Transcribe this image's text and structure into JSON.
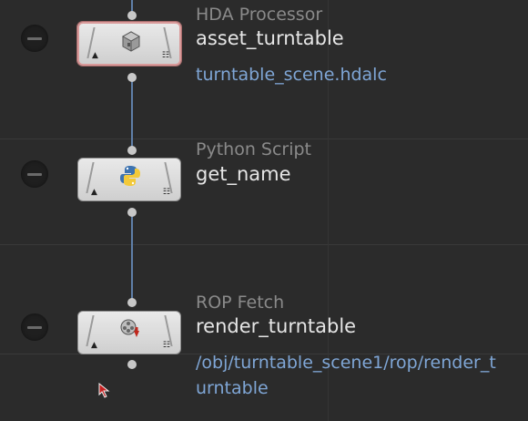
{
  "colors": {
    "background": "#2b2b2b",
    "wire": "#5f7fa8",
    "info_text": "#7fa6d6",
    "selected_border": "#d99a9a"
  },
  "nodes": [
    {
      "type": "HDA Processor",
      "name": "asset_turntable",
      "info": "turntable_scene.hdalc",
      "icon": "hda-box-icon",
      "selected": true
    },
    {
      "type": "Python Script",
      "name": "get_name",
      "info": "",
      "icon": "python-icon",
      "selected": false
    },
    {
      "type": "ROP Fetch",
      "name": "render_turntable",
      "info_line1": "/obj/turntable_scene1/rop/render_t",
      "info_line2": "urntable",
      "icon": "rop-fetch-icon",
      "selected": false
    }
  ],
  "flag_glyph": "▲",
  "menu_glyph": "☷"
}
